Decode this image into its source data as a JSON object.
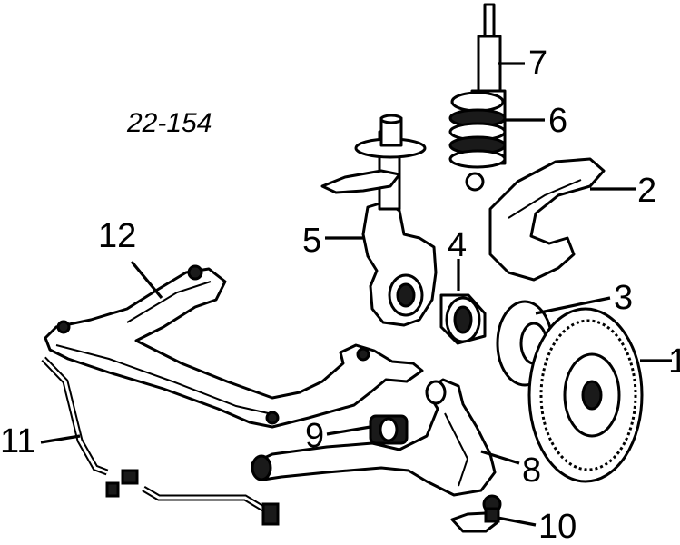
{
  "diagram": {
    "reference": "22-154",
    "callouts": [
      "1",
      "2",
      "3",
      "4",
      "5",
      "6",
      "7",
      "8",
      "9",
      "10",
      "11",
      "12"
    ]
  }
}
